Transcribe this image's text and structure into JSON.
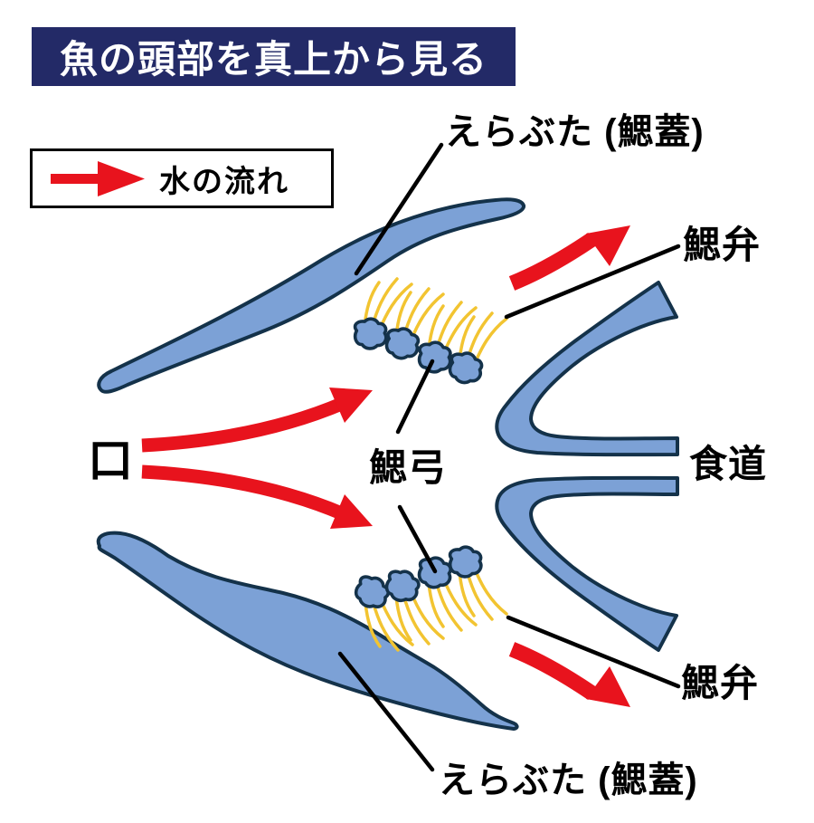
{
  "title": "魚の頭部を真上から見る",
  "legend": {
    "label": "水の流れ"
  },
  "labels": {
    "operculum_top": "えらぶた (鰓蓋)",
    "gill_filament_top": "鰓弁",
    "esophagus": "食道",
    "mouth": "口",
    "gill_arch": "鰓弓",
    "gill_filament_bottom": "鰓弁",
    "operculum_bottom": "えらぶた (鰓蓋)"
  },
  "colors": {
    "background": "#ffffff",
    "title_bg": "#232a67",
    "title_text": "#ffffff",
    "body_fill": "#7ca1d6",
    "body_outline": "#14324a",
    "gill_filament_yellow": "#f2c431",
    "water_flow_red": "#e8131d",
    "label_text": "#000000"
  },
  "icons": {
    "water_flow_arrow": "red-right-arrow"
  }
}
